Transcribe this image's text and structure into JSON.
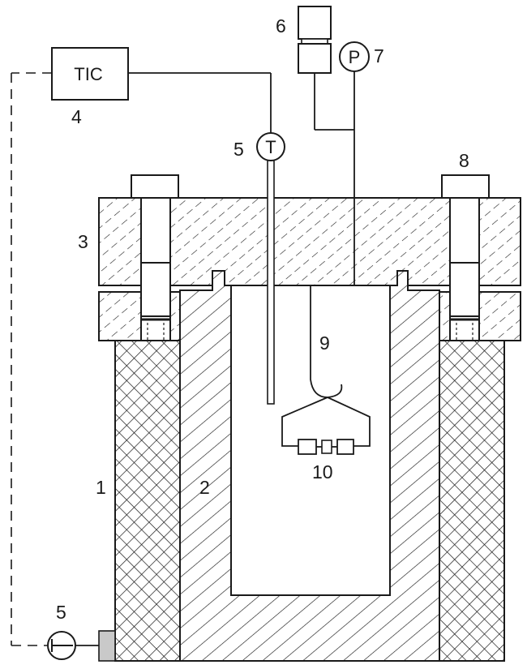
{
  "labels": {
    "furnace": "1",
    "vessel": "2",
    "lid": "3",
    "controller": "4",
    "thermocouple_top": "5",
    "thermocouple_bottom": "5",
    "valve": "6",
    "pressure_gauge": "7",
    "bolt": "8",
    "wire": "9",
    "sample": "10"
  },
  "symbols": {
    "controller": "TIC",
    "temperature": "T",
    "pressure": "P"
  }
}
